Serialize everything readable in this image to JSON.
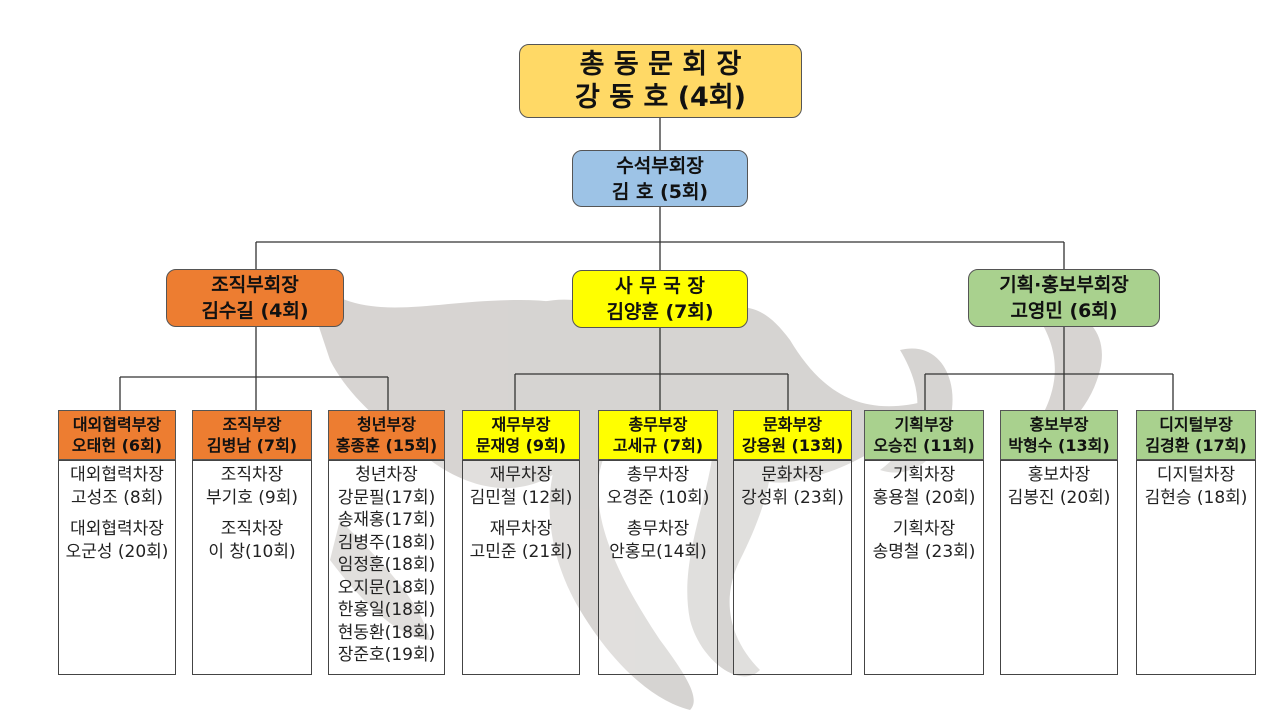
{
  "colors": {
    "president": "#FFD966",
    "senior_vp": "#9DC3E6",
    "org": "#ED7D31",
    "office": "#FFFF00",
    "plan": "#A9D18E",
    "watermark": "#c9c6c3"
  },
  "president": {
    "title": "총 동 문 회 장",
    "name": "강 동 호 (4회)"
  },
  "senior_vp": {
    "title": "수석부회장",
    "name": "김 호 (5회)"
  },
  "branches": [
    {
      "title": "조직부회장",
      "name": "김수길 (4회)"
    },
    {
      "title": "사 무 국 장",
      "name": "김양훈 (7회)"
    },
    {
      "title": "기획·홍보부회장",
      "name": "고영민 (6회)"
    }
  ],
  "departments": [
    {
      "head_title": "대외협력부장",
      "head_name": "오태헌 (6회)",
      "members": [
        [
          "대외협력차장",
          "고성조 (8회)"
        ],
        [
          "대외협력차장",
          "오군성 (20회)"
        ]
      ]
    },
    {
      "head_title": "조직부장",
      "head_name": "김병남 (7회)",
      "members": [
        [
          "조직차장",
          "부기호 (9회)"
        ],
        [
          "조직차장",
          "이  창(10회)"
        ]
      ]
    },
    {
      "head_title": "청년부장",
      "head_name": "홍종훈 (15회)",
      "members": [
        [
          "청년차장",
          "강문필(17회)",
          "송재홍(17회)",
          "김병주(18회)",
          "임정훈(18회)",
          "오지문(18회)",
          "한홍일(18회)",
          "현동환(18회)",
          "장준호(19회)"
        ]
      ]
    },
    {
      "head_title": "재무부장",
      "head_name": "문재영 (9회)",
      "members": [
        [
          "재무차장",
          "김민철 (12회)"
        ],
        [
          "재무차장",
          "고민준 (21회)"
        ]
      ]
    },
    {
      "head_title": "총무부장",
      "head_name": "고세규 (7회)",
      "members": [
        [
          "총무차장",
          "오경준 (10회)"
        ],
        [
          "총무차장",
          "안홍모(14회)"
        ]
      ]
    },
    {
      "head_title": "문화부장",
      "head_name": "강용원 (13회)",
      "members": [
        [
          "문화차장",
          "강성휘 (23회)"
        ]
      ]
    },
    {
      "head_title": "기획부장",
      "head_name": "오승진 (11회)",
      "members": [
        [
          "기획차장",
          "홍용철 (20회)"
        ],
        [
          "기획차장",
          "송명철 (23회)"
        ]
      ]
    },
    {
      "head_title": "홍보부장",
      "head_name": "박형수 (13회)",
      "members": [
        [
          "홍보차장",
          "김봉진 (20회)"
        ]
      ]
    },
    {
      "head_title": "디지털부장",
      "head_name": "김경환 (17회)",
      "members": [
        [
          "디지털차장",
          "김현승 (18회)"
        ]
      ]
    }
  ]
}
